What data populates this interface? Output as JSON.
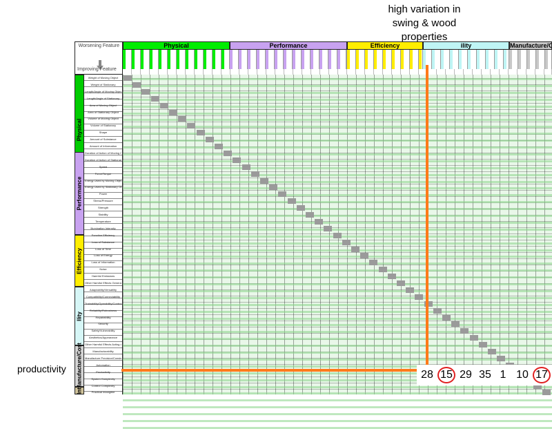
{
  "annotation_top": [
    "high variation in",
    "swing & wood",
    "properties"
  ],
  "annotation_left": "productivity",
  "corner": {
    "worsening": "Worsening Feature",
    "improving": "Improving Feature"
  },
  "groups": [
    {
      "label": "Physical",
      "color": "#00ee00"
    },
    {
      "label": "Performance",
      "color": "#c8a2f0"
    },
    {
      "label": "Efficiency",
      "color": "#ffee00"
    },
    {
      "label": "ility",
      "color": "#bff5f5"
    },
    {
      "label": "Manufacture/Co",
      "color": "#c8c8c8"
    }
  ],
  "side_groups": [
    {
      "label": "Physical",
      "color": "#00cc00"
    },
    {
      "label": "Performance",
      "color": "#c8a2f0"
    },
    {
      "label": "Efficiency",
      "color": "#ffee00"
    },
    {
      "label": "Ility",
      "color": "#d6f6f6"
    },
    {
      "label": "Manufacture/Cost",
      "color": "#d4d4d4"
    },
    {
      "label": "Int",
      "color": "#cfc29a"
    }
  ],
  "row_labels": [
    "Weight of Moving Object",
    "Weight of Stationary",
    "Length/Angle of Moving Object",
    "Length/Angle of Stationary",
    "Area of Moving Object",
    "Area of Stationary Object",
    "Volume of Moving Object",
    "Volume of Stationary",
    "Shape",
    "Amount of Substance",
    "Amount of Information",
    "Duration of Action of Moving Object",
    "Duration of Action of Stationary Object",
    "Speed",
    "Force/Torque",
    "Energy Used by Moving Object",
    "Energy Used by Stationary Object",
    "Power",
    "Stress/Pressure",
    "Strength",
    "Stability",
    "Temperature",
    "Illumination Intensity",
    "Function Efficiency",
    "Loss of Substance",
    "Loss of Time",
    "Loss of Energy",
    "Loss of Information",
    "Noise",
    "Harmful Emissions",
    "Other Harmful Effects Generated by System",
    "Adaptability/Versatility",
    "Compatibility/Connectability",
    "Trainability/Operability/Controllability",
    "Reliability/Robustness",
    "Repairability",
    "Security",
    "Safety/Vulnerability",
    "Aesthetics/Appearance",
    "Other Harmful Effects Acting on System",
    "Manufacturability",
    "Manufacture Precision/Consistency",
    "Automation",
    "Productivity",
    "System Complexity",
    "Control Complexity",
    "Practical Intangible"
  ],
  "callout_values": [
    "28",
    "15",
    "29",
    "35",
    "1",
    "10",
    "17"
  ],
  "callout_circled": [
    false,
    true,
    false,
    false,
    false,
    false,
    true
  ],
  "colors": {
    "highlight": "#ff7a1a",
    "circle": "#e02020"
  }
}
